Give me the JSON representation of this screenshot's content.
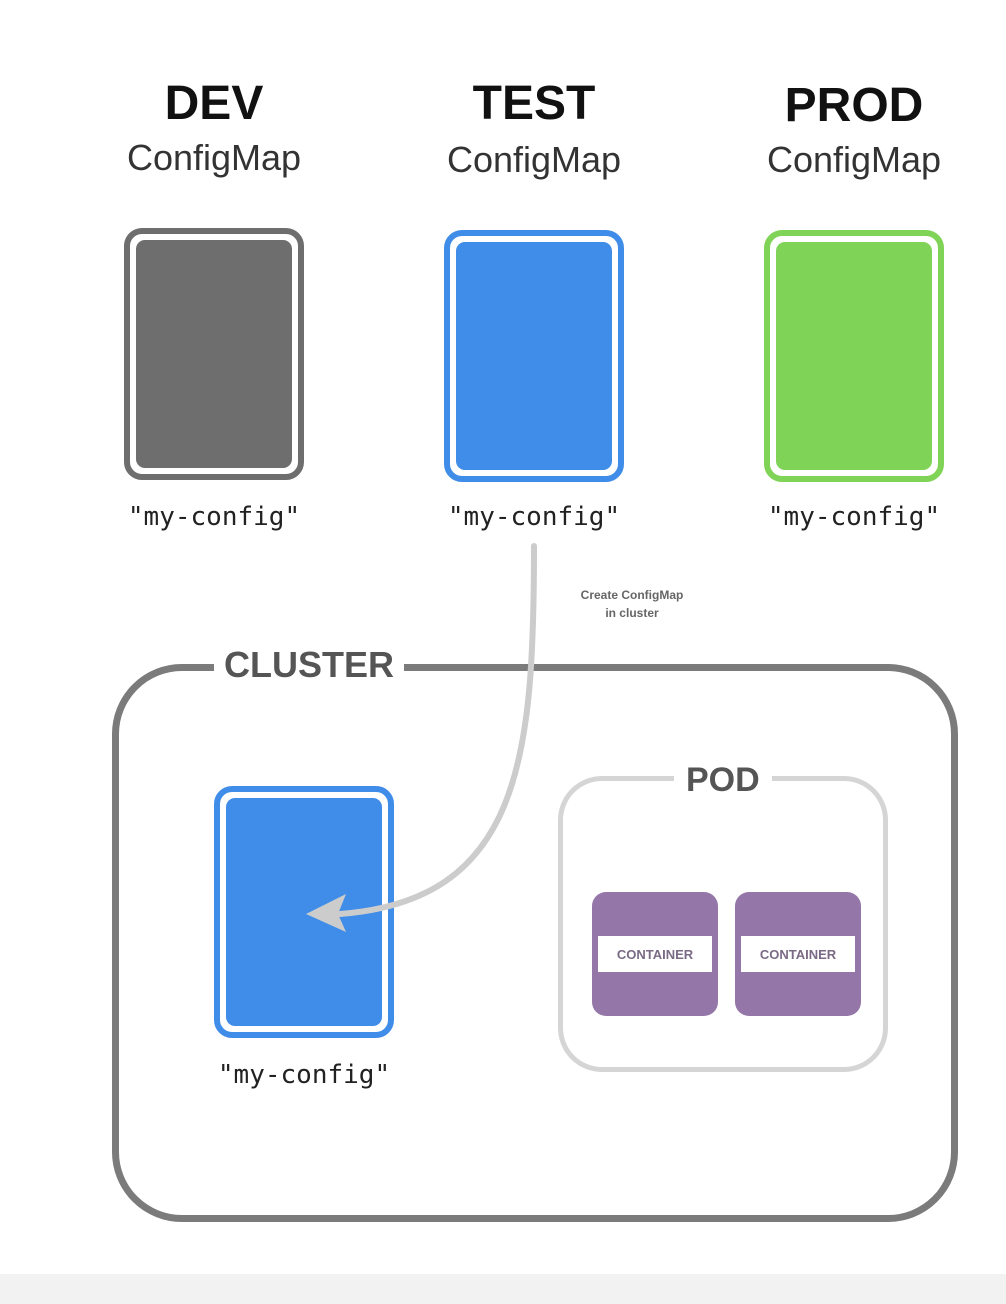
{
  "environments": [
    {
      "name": "DEV",
      "kind": "ConfigMap",
      "config_name": "\"my-config\"",
      "color": "#6e6e6e"
    },
    {
      "name": "TEST",
      "kind": "ConfigMap",
      "config_name": "\"my-config\"",
      "color": "#3f8de8"
    },
    {
      "name": "PROD",
      "kind": "ConfigMap",
      "config_name": "\"my-config\"",
      "color": "#7fd356"
    }
  ],
  "annotation": {
    "line1": "Create ConfigMap",
    "line2": "in cluster"
  },
  "cluster": {
    "label": "CLUSTER",
    "configmap": {
      "config_name": "\"my-config\"",
      "color": "#3f8de8"
    },
    "pod": {
      "label": "POD",
      "containers": [
        {
          "label": "CONTAINER",
          "color": "#9476a8"
        },
        {
          "label": "CONTAINER",
          "color": "#9476a8"
        }
      ]
    }
  },
  "colors": {
    "cluster_border": "#7b7b7b",
    "pod_border": "#d5d5d5",
    "arrow": "#cccccc"
  }
}
